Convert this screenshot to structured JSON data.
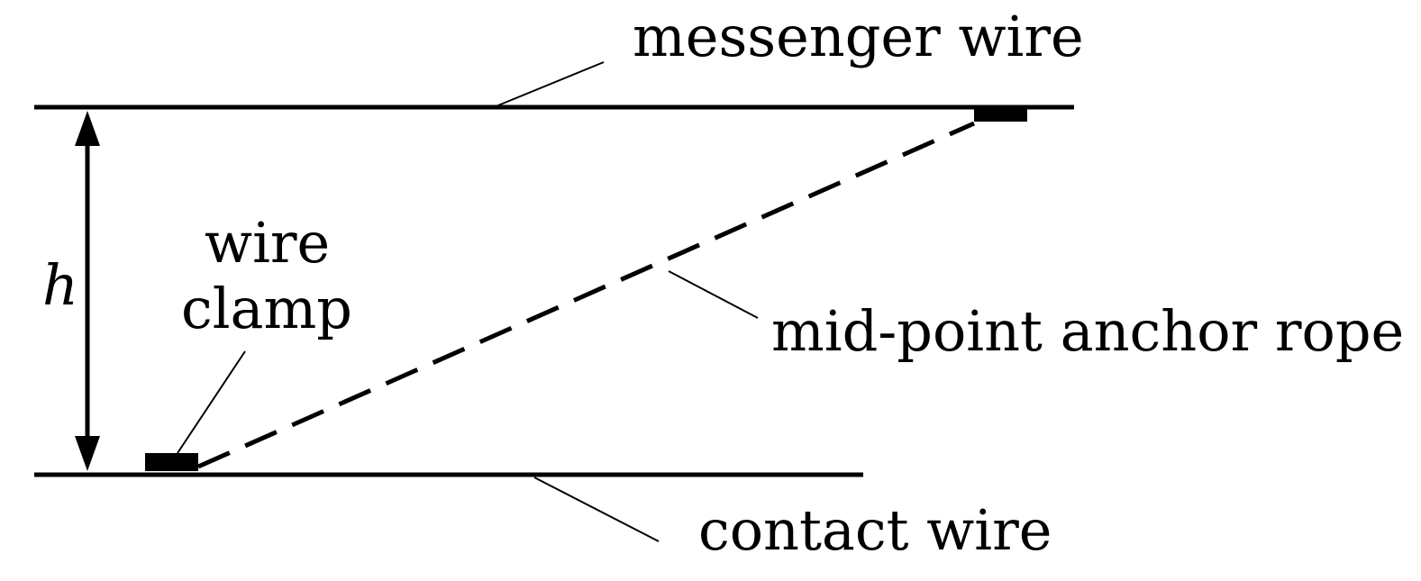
{
  "colors": {
    "ink": "#000000",
    "background": "#ffffff"
  },
  "labels": {
    "messenger_wire": "messenger wire",
    "contact_wire": "contact wire",
    "wire_clamp_line1": "wire",
    "wire_clamp_line2": "clamp",
    "anchor_rope": "mid-point anchor rope",
    "height_symbol": "h"
  }
}
